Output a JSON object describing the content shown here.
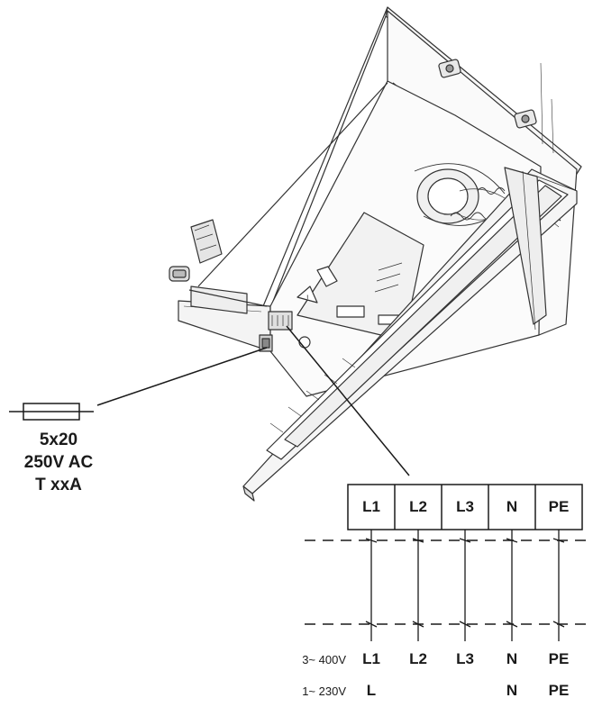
{
  "fuse": {
    "size": "5x20",
    "voltage": "250V AC",
    "rating": "T xxA"
  },
  "terminals": [
    "L1",
    "L2",
    "L3",
    "N",
    "PE"
  ],
  "supply": [
    {
      "name": "3~ 400V",
      "values": [
        "L1",
        "L2",
        "L3",
        "N",
        "PE"
      ]
    },
    {
      "name": "1~ 230V",
      "values": [
        "L",
        "",
        "",
        "N",
        "PE"
      ]
    }
  ]
}
